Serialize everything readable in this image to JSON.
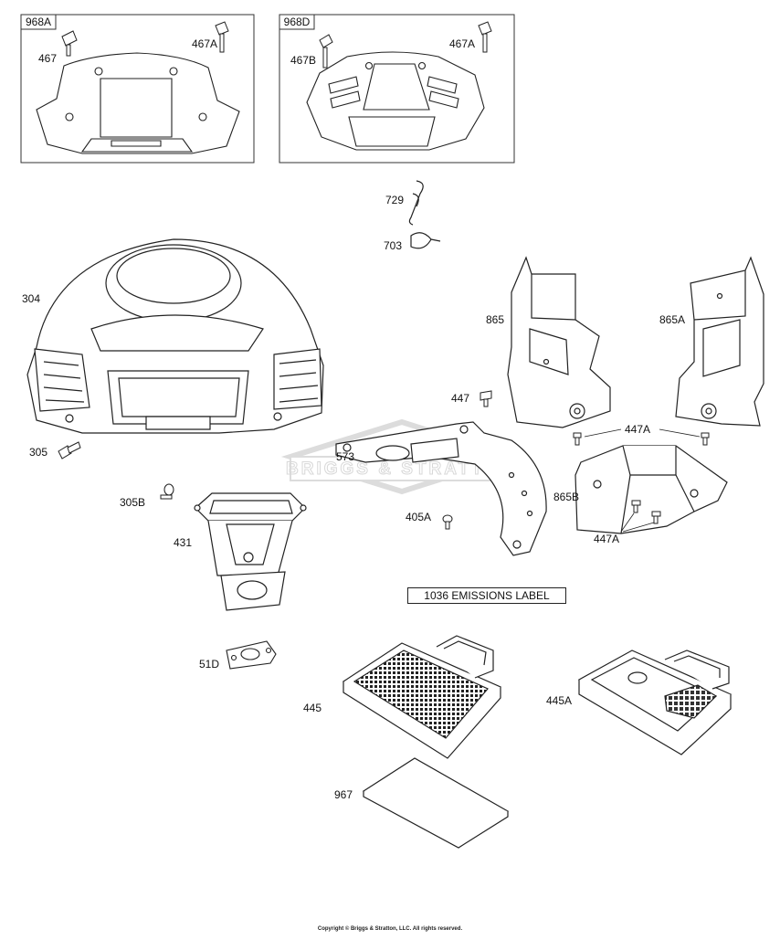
{
  "diagram": {
    "boxes": [
      {
        "title": "968A"
      },
      {
        "title": "968D"
      }
    ],
    "part_labels": {
      "p467": "467",
      "p467A_1": "467A",
      "p467B": "467B",
      "p467A_2": "467A",
      "p729": "729",
      "p703": "703",
      "p304": "304",
      "p865": "865",
      "p865A": "865A",
      "p447": "447",
      "p447A_top": "447A",
      "p305": "305",
      "p573": "573",
      "p865B": "865B",
      "p305B": "305B",
      "p405A": "405A",
      "p447A_bottom": "447A",
      "p431": "431",
      "p51D": "51D",
      "p445": "445",
      "p445A": "445A",
      "p967": "967"
    },
    "emissions_label": "1036 EMISSIONS LABEL",
    "watermark": "BRIGGS & STRATTON",
    "copyright": "Copyright © Briggs & Stratton, LLC. All rights reserved."
  }
}
